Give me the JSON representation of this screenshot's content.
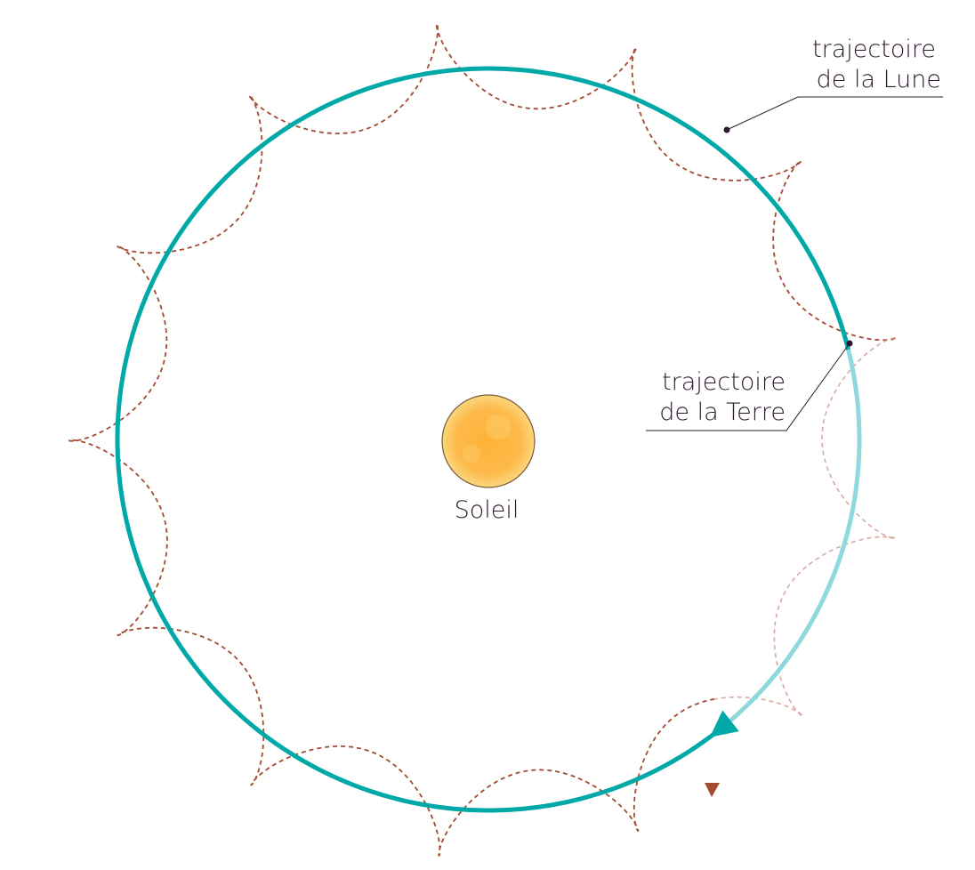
{
  "labels": {
    "moon_line1": "trajectoire",
    "moon_line2": "de la Lune",
    "earth_line1": "trajectoire",
    "earth_line2": "de la Terre",
    "sun": "Soleil"
  },
  "colors": {
    "earth_orbit": "#00a8a8",
    "earth_orbit_faded": "#8fd9dc",
    "moon_path": "#a24a32",
    "moon_path_faded": "#d6ab9f",
    "sun_core": "#fdb338",
    "sun_glow": "#fbd77e",
    "sun_outline": "#7a5a3a",
    "leader_line": "#2d1a2e",
    "text": "#2d1a2e"
  },
  "diagram": {
    "moon_loops": 13,
    "loop_turns_shown": 12.4
  }
}
